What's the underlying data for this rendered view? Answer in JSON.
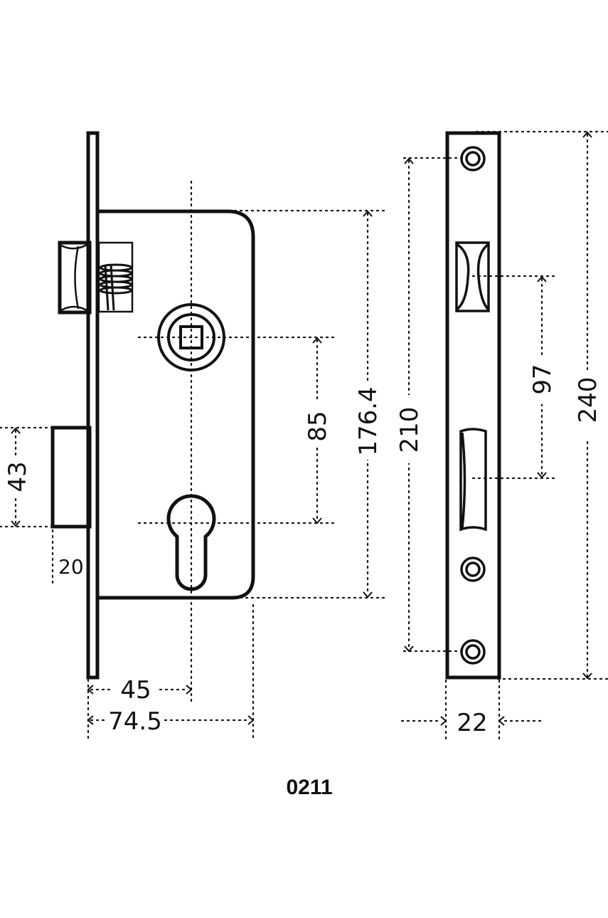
{
  "drawing": {
    "dimensions": {
      "latch_height": "43",
      "latch_offset": "20",
      "backset": "45",
      "case_depth": "74.5",
      "centre_distance": "85",
      "case_height": "176.4",
      "screw_distance": "210",
      "forend_inner": "97",
      "forend_length": "240",
      "forend_width": "22"
    },
    "model_number": "0211",
    "colors": {
      "line": "#111111",
      "background": "#ffffff"
    }
  }
}
